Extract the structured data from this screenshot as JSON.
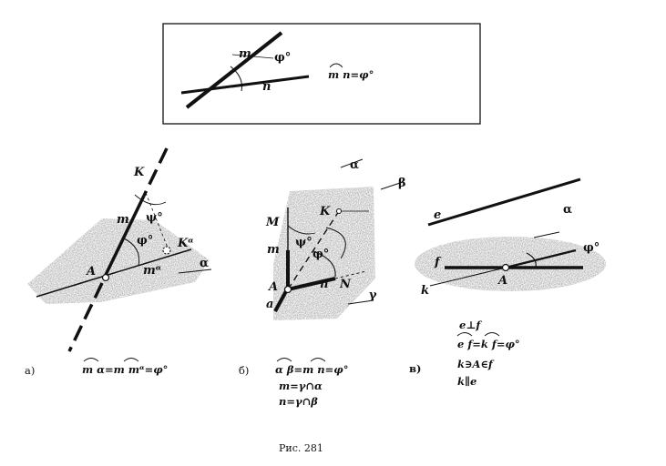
{
  "inset": {
    "label_m": "m",
    "label_n": "n",
    "label_phi": "φ°",
    "formula": "m n=φ°"
  },
  "panel_a": {
    "label_K": "K",
    "label_m": "m",
    "label_psi": "ψ°",
    "label_phi": "φ°",
    "label_K_alpha": "Kᵅ",
    "label_A": "A",
    "label_m_alpha": "mᵅ",
    "label_alpha": "α",
    "caption": "а)",
    "formula": "m α=m mᵅ=φ°"
  },
  "panel_b": {
    "label_alpha": "α",
    "label_beta": "β",
    "label_K": "K",
    "label_M": "M",
    "label_m": "m",
    "label_psi": "ψ°",
    "label_phi": "φ°",
    "label_A": "A",
    "label_a": "a",
    "label_n": "n",
    "label_N": "N",
    "label_gamma": "γ",
    "caption": "б)",
    "formula_1": "α β=m n=φ°",
    "formula_2": "m=γ∩α",
    "formula_3": "n=γ∩β"
  },
  "panel_c": {
    "label_e": "e",
    "label_alpha": "α",
    "label_phi": "φ°",
    "label_f": "f",
    "label_A": "A",
    "label_k": "k",
    "caption": "в)",
    "formula_1": "e⊥f",
    "formula_2": "e f=k f=φ°",
    "formula_3": "k∋A∈f",
    "formula_4": "k∥e"
  },
  "figure_caption": "Рис. 281"
}
